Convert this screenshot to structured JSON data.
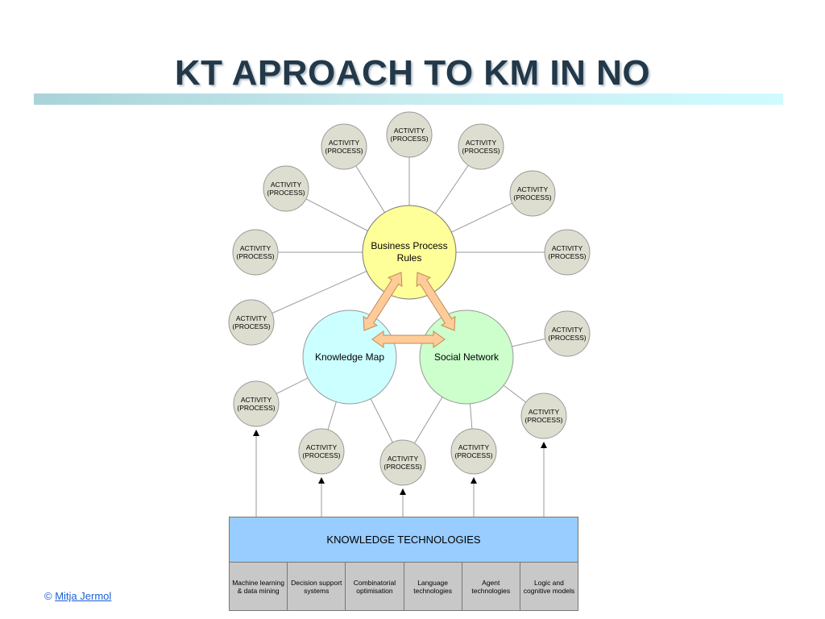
{
  "title": "KT APROACH TO KM IN NO",
  "activity_label_line1": "ACTIVITY",
  "activity_label_line2": "(PROCESS)",
  "activities_count_hint": null,
  "core_nodes": {
    "business_process": [
      "Business Process",
      "Rules"
    ],
    "knowledge_map": "Knowledge Map",
    "social_network": "Social Network"
  },
  "knowledge_technologies": {
    "header": "KNOWLEDGE TECHNOLOGIES",
    "items": [
      [
        "Machine learning",
        "& data mining"
      ],
      [
        "Decision support",
        "systems"
      ],
      [
        "Combinatorial",
        "optimisation"
      ],
      [
        "Language",
        "technologies"
      ],
      [
        "Agent",
        "technologies"
      ],
      [
        "Logic and",
        "cognitive models"
      ]
    ]
  },
  "footer": {
    "copyright_symbol": "©",
    "author": "Mitja Jermol"
  },
  "colors": {
    "title": "#23394a",
    "business_process": "#ffff99",
    "knowledge_map": "#ccffff",
    "social_network": "#ccffcc",
    "activity": "#deded0",
    "arrow_fill": "#ffcc99",
    "kt_header": "#99ccff",
    "kt_cell": "#c8c8c8",
    "footer_text": "#1a5fd4"
  }
}
